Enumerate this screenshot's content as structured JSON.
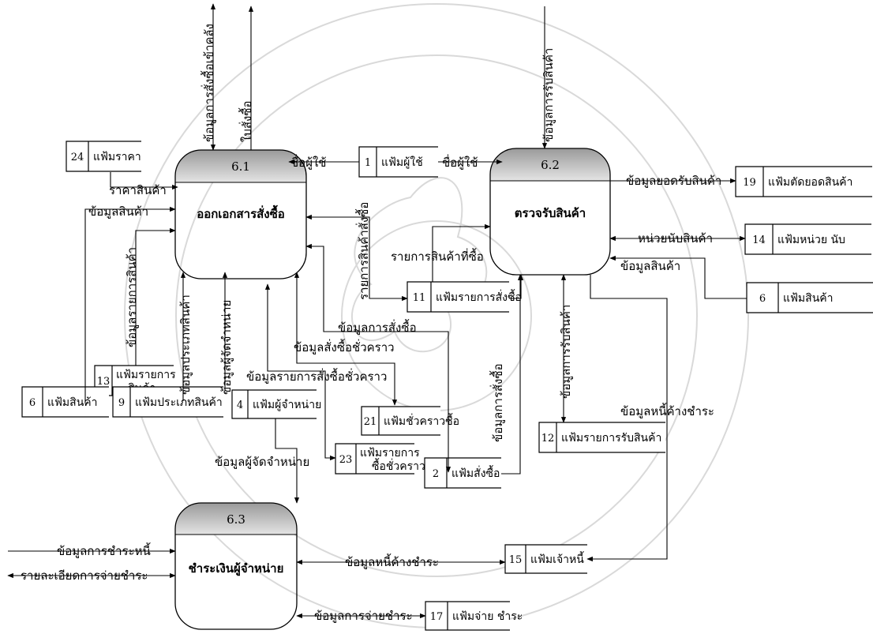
{
  "processes": [
    {
      "id": "p61",
      "number": "6.1",
      "name": "ออกเอกสารสั่งซื้อ"
    },
    {
      "id": "p62",
      "number": "6.2",
      "name": "ตรวจรับสินค้า"
    },
    {
      "id": "p63",
      "number": "6.3",
      "name": "ชำระเงินผู้จำหน่าย"
    }
  ],
  "data_stores": [
    {
      "id": "s24",
      "number": "24",
      "name": "แฟ้มราคา"
    },
    {
      "id": "s1",
      "number": "1",
      "name": "แฟ้มผู้ใช้"
    },
    {
      "id": "s19",
      "number": "19",
      "name": "แฟ้มตัดยอดสินค้า"
    },
    {
      "id": "s14",
      "number": "14",
      "name": "แฟ้มหน่วย นับ"
    },
    {
      "id": "s6b",
      "number": "6",
      "name": "แฟ้มสินค้า"
    },
    {
      "id": "s11",
      "number": "11",
      "name": "แฟ้มรายการสั่งซื้อ"
    },
    {
      "id": "s13",
      "number": "13",
      "name": "แฟ้มรายการ สินค้า"
    },
    {
      "id": "s6a",
      "number": "6",
      "name": "แฟ้มสินค้า"
    },
    {
      "id": "s9",
      "number": "9",
      "name": "แฟ้มประเภทสินค้า"
    },
    {
      "id": "s4",
      "number": "4",
      "name": "แฟ้มผู้จำหน่าย"
    },
    {
      "id": "s21",
      "number": "21",
      "name": "แฟ้มชั่วคราวซื้อ"
    },
    {
      "id": "s23",
      "number": "23",
      "name": "แฟ้มรายการ ซื้อชั่วคราว"
    },
    {
      "id": "s2",
      "number": "2",
      "name": "แฟ้มสั่งซื้อ"
    },
    {
      "id": "s12",
      "number": "12",
      "name": "แฟ้มรายการรับสินค้า"
    },
    {
      "id": "s15",
      "number": "15",
      "name": "แฟ้มเจ้าหนี้"
    },
    {
      "id": "s17",
      "number": "17",
      "name": "แฟ้มจ่าย ชำระ"
    }
  ],
  "flows": {
    "f_po_in": "ข้อมูลการสั่งซื้อเข้าคลัง",
    "f_po_out": "ใบสั่งซื้อ",
    "f_receive_in": "ข้อมูลการรับสินค้า",
    "f_user_61": "ชื่อผู้ใช้",
    "f_user_62": "ชื่อผู้ใช้",
    "f_price": "ราคาสินค้า",
    "f_prod_61": "ข้อมูลสินค้า",
    "f_items_61": "ข้อมูลรายการสินค้า",
    "f_type": "ข้อมูลประเภทสินค้า",
    "f_vendor_61": "ข้อมูลผู้จัดจำหน่าย",
    "f_order_list_61": "รายการสินค้าสั่งซื้อ",
    "f_purchased_items": "รายการสินค้าที่ซื้อ",
    "f_order_data": "ข้อมูลการสั่งซื้อ",
    "f_temp_order": "ข้อมูลสั่งซื้อชั่วคราว",
    "f_temp_items": "ข้อมูลรายการสั่งซื้อชั่วคราว",
    "f_order_62": "ข้อมูลการสั่งซื้อ",
    "f_receive_62": "ข้อมูลการรับสินค้า",
    "f_debt_62": "ข้อมูลหนี้ค้างชำระ",
    "f_cut_stock": "ข้อมูลยอดรับสินค้า",
    "f_unit": "หน่วยนับสินค้า",
    "f_prod_62": "ข้อมูลสินค้า",
    "f_vendor_63": "ข้อมูลผู้จัดจำหน่าย",
    "f_pay_in": "ข้อมูลการชำระหนี้",
    "f_pay_detail": "รายละเอียดการจ่ายชำระ",
    "f_debt_63": "ข้อมูลหนี้ค้างชำระ",
    "f_payment": "ข้อมูลการจ่ายชำระ"
  }
}
